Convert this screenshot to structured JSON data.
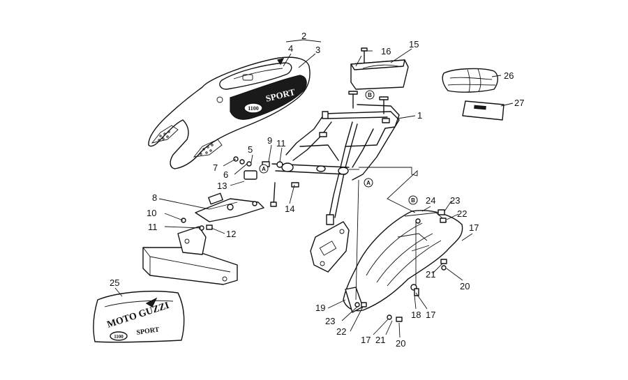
{
  "logos": {
    "tail_brand": "SPORT",
    "tail_model": "1100",
    "cover_brand": "MOTO GUZZI",
    "cover_model": "1100",
    "cover_sport": "SPORT"
  },
  "reference_marks": {
    "a": "A",
    "b": "B"
  },
  "callouts": [
    {
      "id": "c2",
      "label": "2"
    },
    {
      "id": "c4",
      "label": "4"
    },
    {
      "id": "c3",
      "label": "3"
    },
    {
      "id": "c16",
      "label": "16"
    },
    {
      "id": "c15",
      "label": "15"
    },
    {
      "id": "c26",
      "label": "26"
    },
    {
      "id": "c27",
      "label": "27"
    },
    {
      "id": "c1",
      "label": "1"
    },
    {
      "id": "c5",
      "label": "5"
    },
    {
      "id": "c9",
      "label": "9"
    },
    {
      "id": "c11a",
      "label": "11"
    },
    {
      "id": "c7",
      "label": "7"
    },
    {
      "id": "c6",
      "label": "6"
    },
    {
      "id": "c13",
      "label": "13"
    },
    {
      "id": "c8",
      "label": "8"
    },
    {
      "id": "c14",
      "label": "14"
    },
    {
      "id": "c10",
      "label": "10"
    },
    {
      "id": "c11b",
      "label": "11"
    },
    {
      "id": "c12",
      "label": "12"
    },
    {
      "id": "c24",
      "label": "24"
    },
    {
      "id": "c23a",
      "label": "23"
    },
    {
      "id": "c22a",
      "label": "22"
    },
    {
      "id": "c17a",
      "label": "17"
    },
    {
      "id": "c21a",
      "label": "21"
    },
    {
      "id": "c20a",
      "label": "20"
    },
    {
      "id": "c25",
      "label": "25"
    },
    {
      "id": "c19",
      "label": "19"
    },
    {
      "id": "c23b",
      "label": "23"
    },
    {
      "id": "c22b",
      "label": "22"
    },
    {
      "id": "c18",
      "label": "18"
    },
    {
      "id": "c17b",
      "label": "17"
    },
    {
      "id": "c17c",
      "label": "17"
    },
    {
      "id": "c21b",
      "label": "21"
    },
    {
      "id": "c20b",
      "label": "20"
    }
  ]
}
